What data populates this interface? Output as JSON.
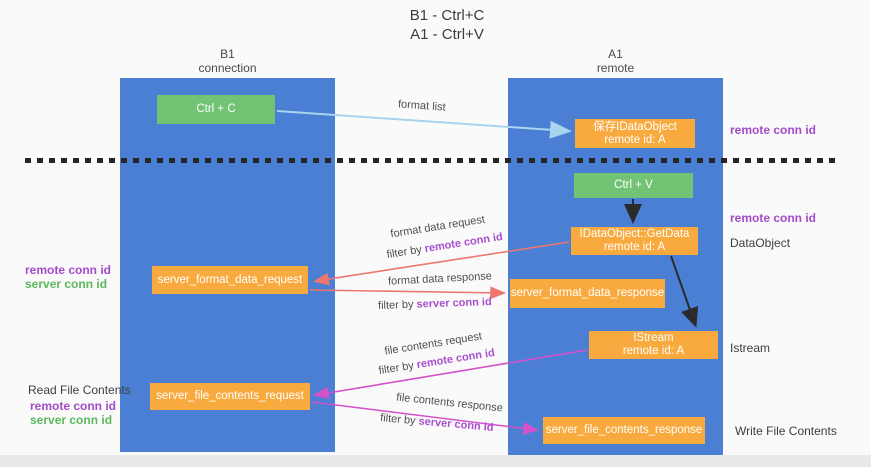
{
  "title": {
    "line1": "B1 - Ctrl+C",
    "line2": "A1 - Ctrl+V"
  },
  "columns": {
    "left": {
      "title": "B1",
      "subtitle": "connection"
    },
    "right": {
      "title": "A1",
      "subtitle": "remote"
    }
  },
  "boxes": {
    "ctrl_c": "Ctrl + C",
    "ctrl_v": "Ctrl + V",
    "save_dataobject": {
      "line1": "保存IDataObject",
      "line2": "remote id: A"
    },
    "getdata": {
      "line1": "IDataObject::GetData",
      "line2": "remote id: A"
    },
    "istream": {
      "line1": "IStream",
      "line2": "remote id: A"
    },
    "format_request": "server_format_data_request",
    "format_response": "server_format_data_response",
    "file_request": "server_file_contents_request",
    "file_response": "server_file_contents_response"
  },
  "labels": {
    "format_list": "format list",
    "format_data_request": "format data request",
    "format_data_response": "format data response",
    "file_contents_request": "file contents request",
    "file_contents_response": "file contents response",
    "filter_by": "filter by ",
    "remote_conn_id": "remote conn id",
    "server_conn_id": "server conn id",
    "dataobject": "DataObject",
    "istream_side": "Istream",
    "read_file_contents": "Read File Contents",
    "write_file_contents": "Write File Contents"
  },
  "colors": {
    "lane_blue": "#4a7fd3",
    "box_orange": "#f8aa3f",
    "box_green": "#72c374",
    "purple_text": "#a44bc8",
    "green_text": "#5cb85c",
    "arrow_light_blue": "#a9d4ef",
    "arrow_red": "#ed766e",
    "arrow_magenta": "#d351cb",
    "arrow_black": "#2b2b2b"
  }
}
